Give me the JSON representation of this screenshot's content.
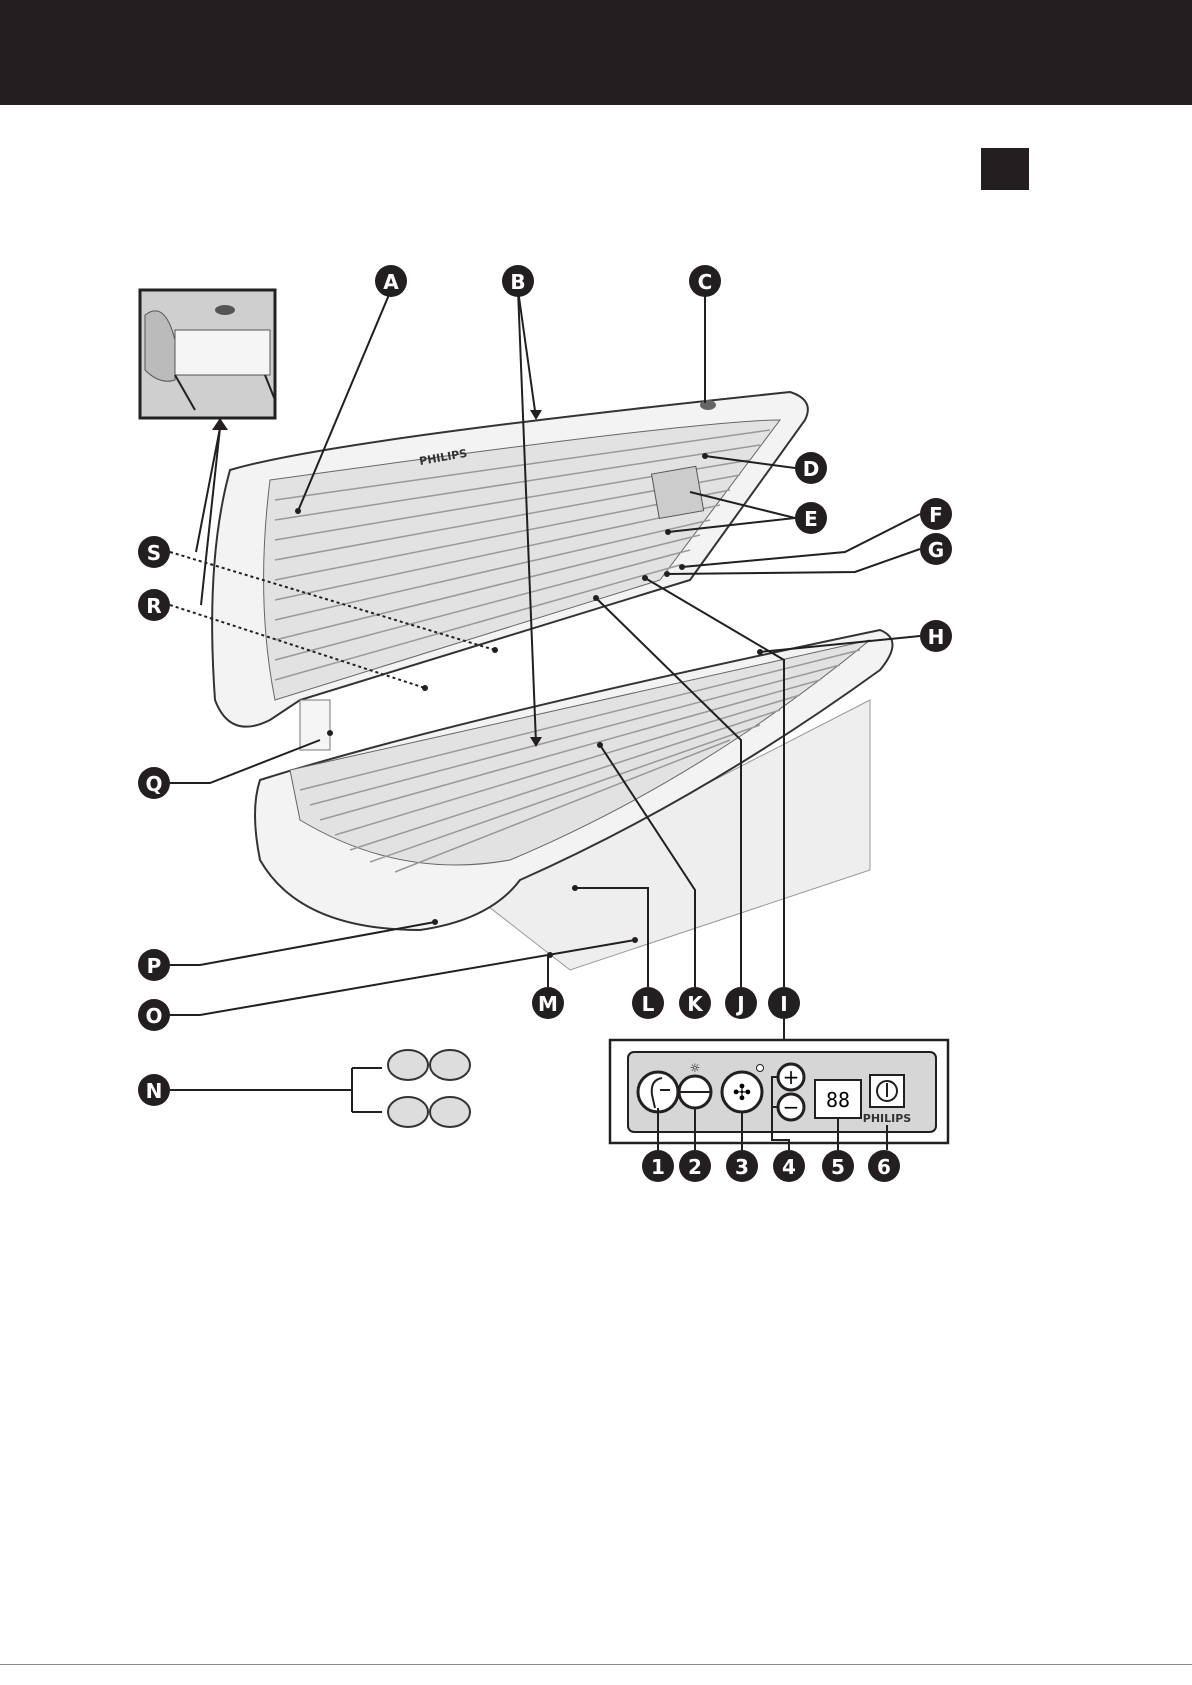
{
  "labels": {
    "A": "A",
    "B": "B",
    "C": "C",
    "D": "D",
    "E": "E",
    "F": "F",
    "G": "G",
    "H": "H",
    "I": "I",
    "J": "J",
    "K": "K",
    "L": "L",
    "M": "M",
    "N": "N",
    "O": "O",
    "P": "P",
    "Q": "Q",
    "R": "R",
    "S": "S"
  },
  "panel_labels": {
    "1": "1",
    "2": "2",
    "3": "3",
    "4": "4",
    "5": "5",
    "6": "6"
  },
  "brand": "PHILIPS",
  "panel_brand": "PHILIPS",
  "display_value": "88",
  "colors": {
    "dark": "#231f20",
    "panel": "#d6d6d6"
  }
}
